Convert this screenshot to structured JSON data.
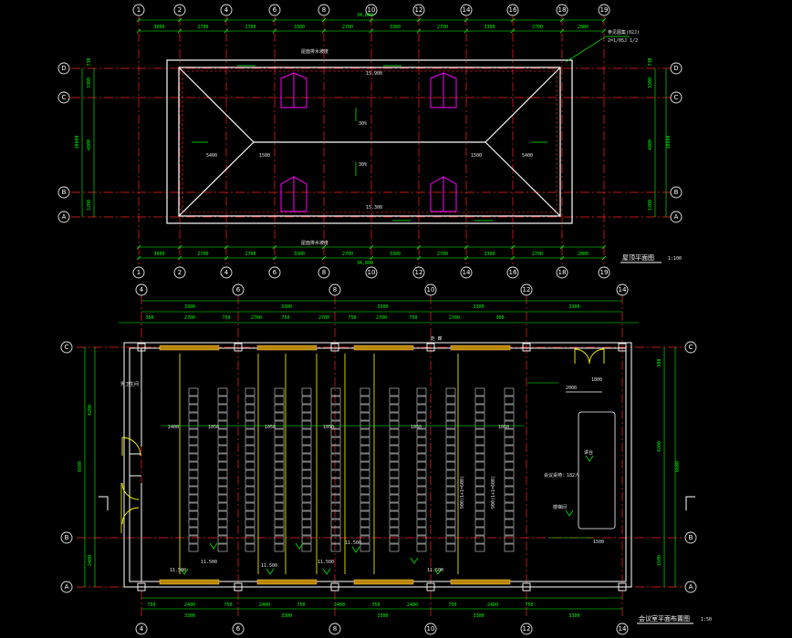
{
  "colors": {
    "background": "#000000",
    "dimension": "#00ff00",
    "axis_line": "#ff2020",
    "wall": "#ffffff",
    "window": "#ffff00",
    "roof_element": "#ff00ff",
    "hatch": "#d4a017",
    "text": "#e6e6e6"
  },
  "roof_plan": {
    "title": "屋顶平面图",
    "scale": "1:100",
    "top_axes": [
      "1",
      "2",
      "4",
      "6",
      "8",
      "10",
      "12",
      "14",
      "16",
      "18",
      "19"
    ],
    "bottom_axes": [
      "1",
      "2",
      "4",
      "6",
      "8",
      "10",
      "12",
      "14",
      "16",
      "18",
      "19"
    ],
    "left_axes": [
      "D",
      "C",
      "B",
      "A"
    ],
    "right_axes": [
      "D",
      "C",
      "B",
      "A"
    ],
    "top_total": "34,800",
    "bottom_total": "34,800",
    "top_segments": [
      "3000",
      "2700",
      "2700",
      "3300",
      "2700",
      "3300",
      "2700",
      "3300",
      "2700",
      "2800"
    ],
    "bottom_segments": [
      "3000",
      "2700",
      "2700",
      "3300",
      "2700",
      "3300",
      "2700",
      "3300",
      "2700",
      "2800"
    ],
    "left_segments": [
      "730",
      "3300",
      "4800",
      "1200"
    ],
    "right_segments": [
      "730",
      "3300",
      "4800",
      "1200"
    ],
    "left_total": "10800",
    "right_total": "10800",
    "annotations": {
      "ridge_top": "15.900",
      "ridge_bottom": "15.300",
      "eave_label": "屋面排水坡度",
      "slope_1": "30%",
      "slope_2": "30%",
      "dim_5400_left": "5400",
      "dim_5400_right": "5400",
      "dim_1500_left": "1500",
      "dim_1500_right": "1500",
      "detail_callout": "参见图集(02J)",
      "detail_ref": "2=1/05J 1/2"
    }
  },
  "floor_plan": {
    "title": "会议室平面布置图",
    "scale": "1:50",
    "top_axes": [
      "4",
      "6",
      "8",
      "10",
      "12",
      "14"
    ],
    "bottom_axes": [
      "4",
      "6",
      "8",
      "10",
      "12",
      "14"
    ],
    "left_axes": [
      "C",
      "B",
      "A"
    ],
    "right_axes": [
      "C",
      "B",
      "A"
    ],
    "top_segments": [
      "3300",
      "3300",
      "3300",
      "3300",
      "3300"
    ],
    "top_sub_segments": [
      "300",
      "2700",
      "750",
      "2700",
      "750",
      "2700",
      "750",
      "2700",
      "750",
      "2700",
      "300"
    ],
    "bottom_segments": [
      "3300",
      "3300",
      "3300",
      "3300",
      "3300"
    ],
    "bottom_sub_segments": [
      "750",
      "2400",
      "750",
      "2400",
      "750",
      "2400",
      "750",
      "2400",
      "750",
      "2400",
      "750"
    ],
    "left_total": "6600",
    "right_total": "6600",
    "left_segments": [
      "4200",
      "2400"
    ],
    "right_segments": [
      "900",
      "4200",
      "1500"
    ],
    "annotations": {
      "corridor": "走 廊",
      "storage": "楼梯间",
      "capacity": "会议桌椅：182人",
      "platform": "讲台",
      "note_left": "男卫生间",
      "elev_1": "11.500",
      "elev_2": "11.500",
      "elev_3": "11.500",
      "elev_4": "11.500",
      "elev_5": "11.500",
      "elev_6": "11.500",
      "dim_2400": "2400",
      "dim_1050_1": "1050",
      "dim_1050_2": "1050",
      "dim_1050_3": "1050",
      "dim_1050_4": "1050",
      "dim_1050_5": "1050",
      "aisle_1": "900(1+1=600)",
      "aisle_2": "900(1+1=600)",
      "dim_1500": "1500",
      "dim_1800": "1800",
      "dim_2000": "2000"
    }
  }
}
